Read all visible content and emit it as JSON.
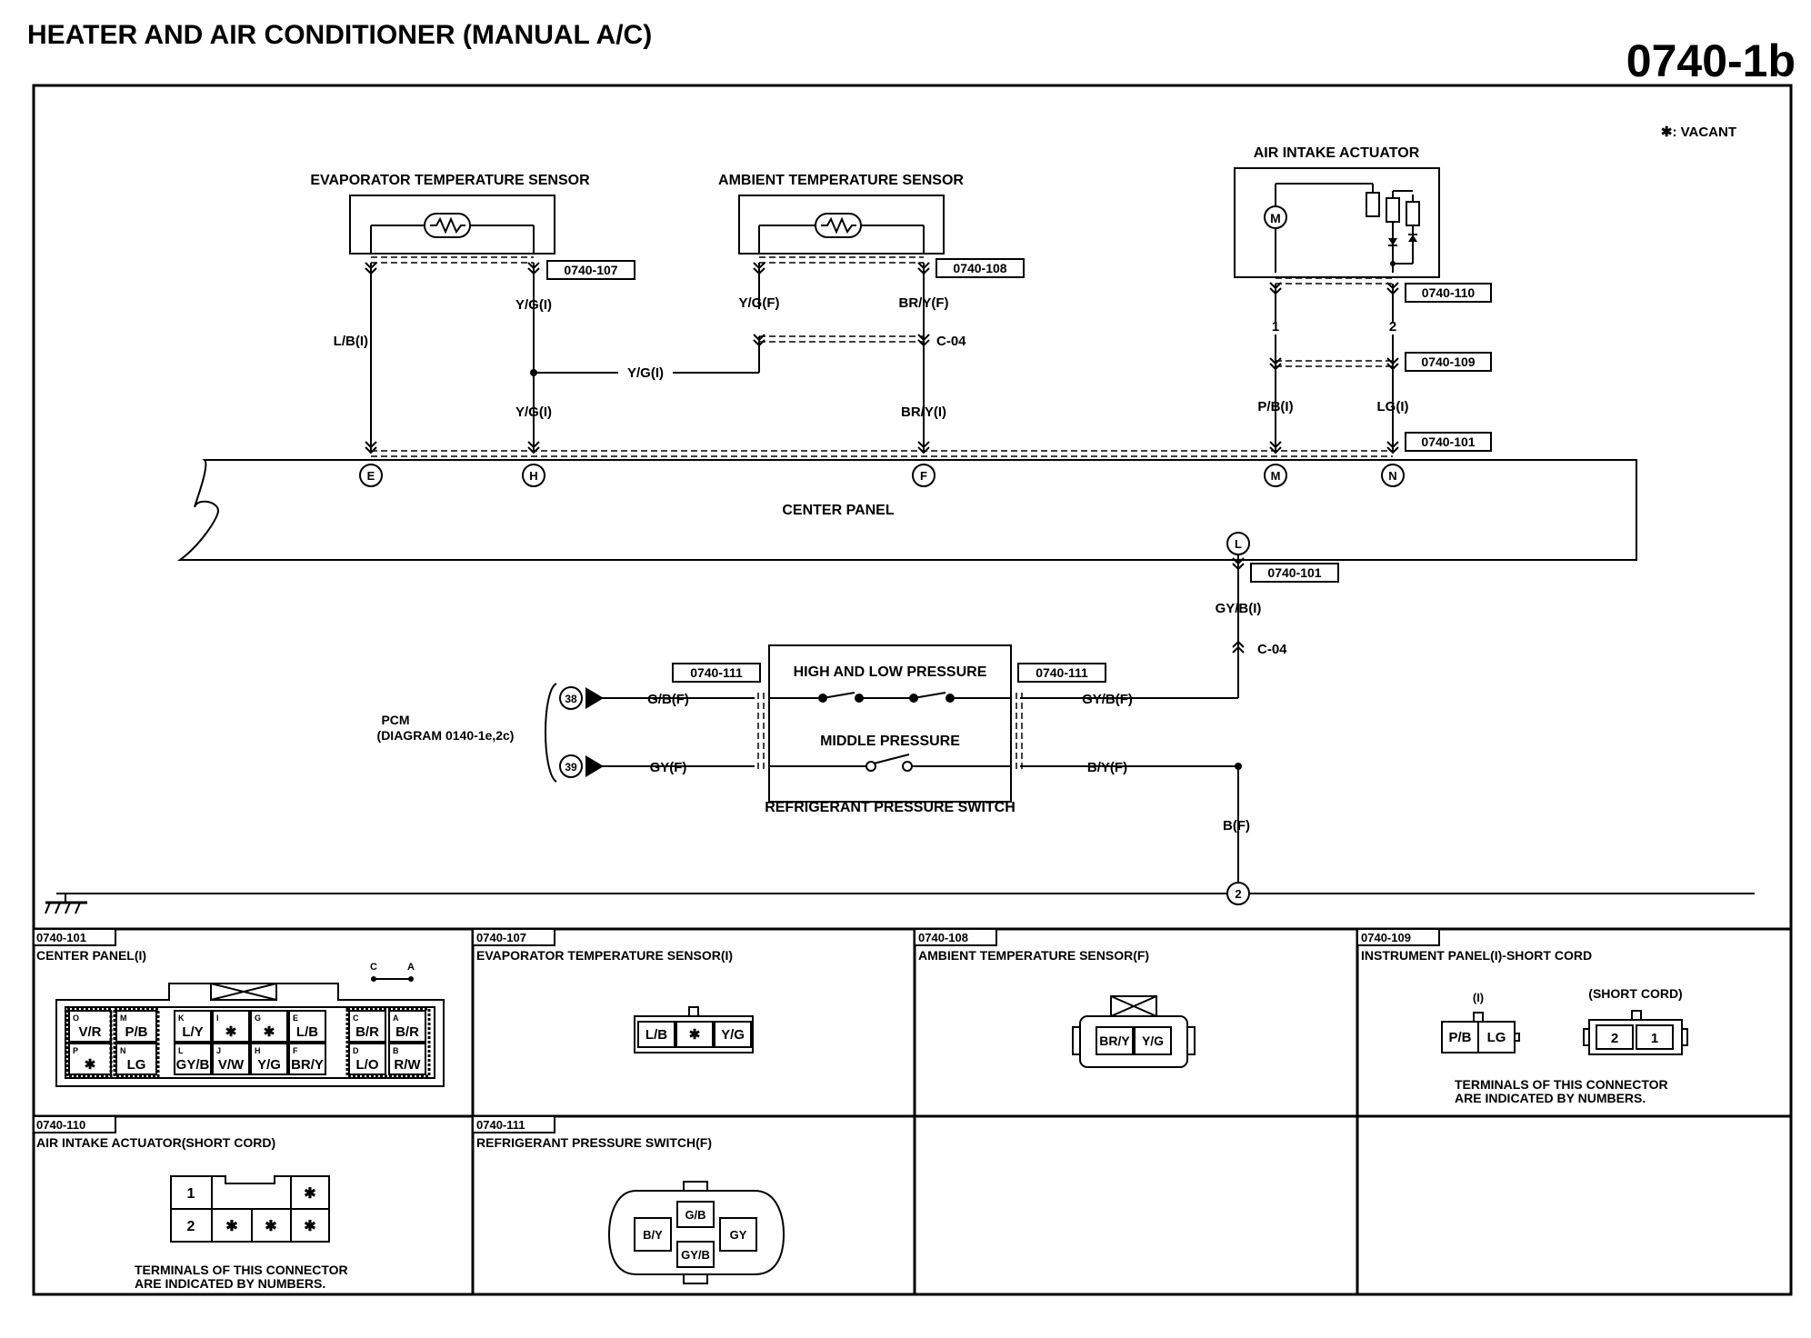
{
  "header": {
    "title": "HEATER AND AIR CONDITIONER (MANUAL A/C)",
    "page_code": "0740-1b"
  },
  "legend": {
    "vacant": "✱: VACANT"
  },
  "components": {
    "evap_sensor": "EVAPORATOR TEMPERATURE SENSOR",
    "ambient_sensor": "AMBIENT TEMPERATURE SENSOR",
    "air_intake": "AIR INTAKE ACTUATOR",
    "center_panel": "CENTER PANEL",
    "high_low": "HIGH AND LOW PRESSURE",
    "middle": "MIDDLE PRESSURE",
    "refrig_switch": "REFRIGERANT PRESSURE SWITCH",
    "pcm": "PCM",
    "pcm_ref": "(DIAGRAM 0140-1e,2c)"
  },
  "connector_tags": {
    "c107": "0740-107",
    "c108": "0740-108",
    "c110": "0740-110",
    "c109": "0740-109",
    "c101a": "0740-101",
    "c101b": "0740-101",
    "c111a": "0740-111",
    "c111b": "0740-111"
  },
  "wires": {
    "lb_i": "L/B(I)",
    "yg_i_a": "Y/G(I)",
    "yg_i_b": "Y/G(I)",
    "yg_i_c": "Y/G(I)",
    "yg_f": "Y/G(F)",
    "bry_f": "BR/Y(F)",
    "bry_i": "BR/Y(I)",
    "c04a": "C-04",
    "c04b": "C-04",
    "pin1": "1",
    "pin2": "2",
    "pb_i": "P/B(I)",
    "lg_i": "LG(I)",
    "gyb_i": "GY/B(I)",
    "gb_f": "G/B(F)",
    "gy_f": "GY(F)",
    "gyb_f": "GY/B(F)",
    "by_f": "B/Y(F)",
    "b_f": "B(F)"
  },
  "terminals": {
    "e": "E",
    "h": "H",
    "f": "F",
    "m": "M",
    "n": "N",
    "l": "L",
    "g2": "2",
    "p38": "38",
    "p39": "39"
  },
  "connector_views": {
    "cv101": {
      "code": "0740-101",
      "title": "CENTER PANEL(I)",
      "c": "C",
      "a": "A",
      "cells": [
        {
          "s": "O",
          "v": "V/R"
        },
        {
          "s": "M",
          "v": "P/B"
        },
        {
          "s": "K",
          "v": "L/Y"
        },
        {
          "s": "I",
          "v": "✱"
        },
        {
          "s": "G",
          "v": "✱"
        },
        {
          "s": "E",
          "v": "L/B"
        },
        {
          "s": "C",
          "v": "B/R"
        },
        {
          "s": "A",
          "v": "B/R"
        },
        {
          "s": "P",
          "v": "✱"
        },
        {
          "s": "N",
          "v": "LG"
        },
        {
          "s": "L",
          "v": "GY/B"
        },
        {
          "s": "J",
          "v": "V/W"
        },
        {
          "s": "H",
          "v": "Y/G"
        },
        {
          "s": "F",
          "v": "BR/Y"
        },
        {
          "s": "D",
          "v": "L/O"
        },
        {
          "s": "B",
          "v": "R/W"
        }
      ]
    },
    "cv107": {
      "code": "0740-107",
      "title": "EVAPORATOR TEMPERATURE SENSOR(I)",
      "cells": [
        "L/B",
        "✱",
        "Y/G"
      ]
    },
    "cv108": {
      "code": "0740-108",
      "title": "AMBIENT TEMPERATURE SENSOR(F)",
      "cells": [
        "BR/Y",
        "Y/G"
      ]
    },
    "cv109": {
      "code": "0740-109",
      "title": "INSTRUMENT PANEL(I)-SHORT CORD",
      "left_label": "(I)",
      "right_label": "(SHORT CORD)",
      "left_cells": [
        "P/B",
        "LG"
      ],
      "right_cells": [
        "2",
        "1"
      ],
      "note1": "TERMINALS OF THIS CONNECTOR",
      "note2": "ARE INDICATED BY NUMBERS."
    },
    "cv110": {
      "code": "0740-110",
      "title": "AIR INTAKE ACTUATOR(SHORT CORD)",
      "top_cells": [
        "1",
        "✱"
      ],
      "bottom_cells": [
        "2",
        "✱",
        "✱",
        "✱"
      ],
      "note1": "TERMINALS OF THIS CONNECTOR",
      "note2": "ARE INDICATED BY NUMBERS."
    },
    "cv111": {
      "code": "0740-111",
      "title": "REFRIGERANT PRESSURE SWITCH(F)",
      "cells": [
        "G/B",
        "B/Y",
        "GY",
        "GY/B"
      ]
    }
  }
}
